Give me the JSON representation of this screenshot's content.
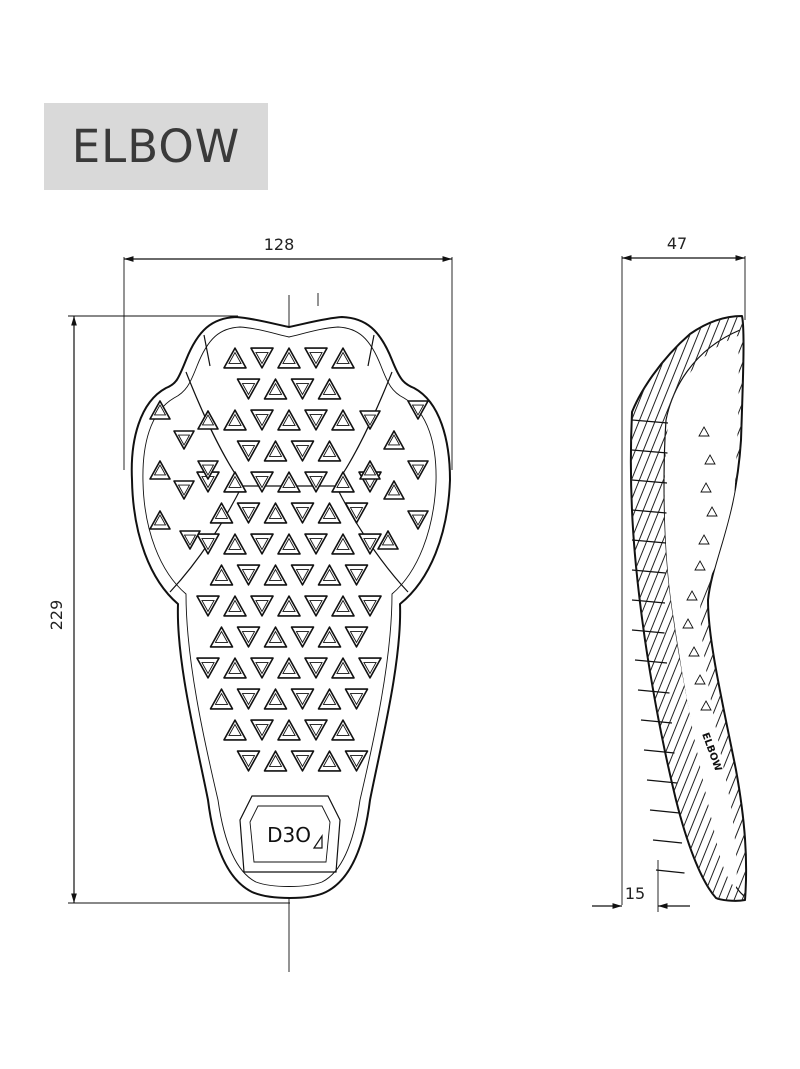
{
  "title": "ELBOW",
  "dimensions": {
    "width": "128",
    "height": "229",
    "depth": "47",
    "thickness": "15"
  },
  "logo_text": "D3O",
  "colors": {
    "label_background": "#d9d9d9",
    "line": "#111111"
  }
}
